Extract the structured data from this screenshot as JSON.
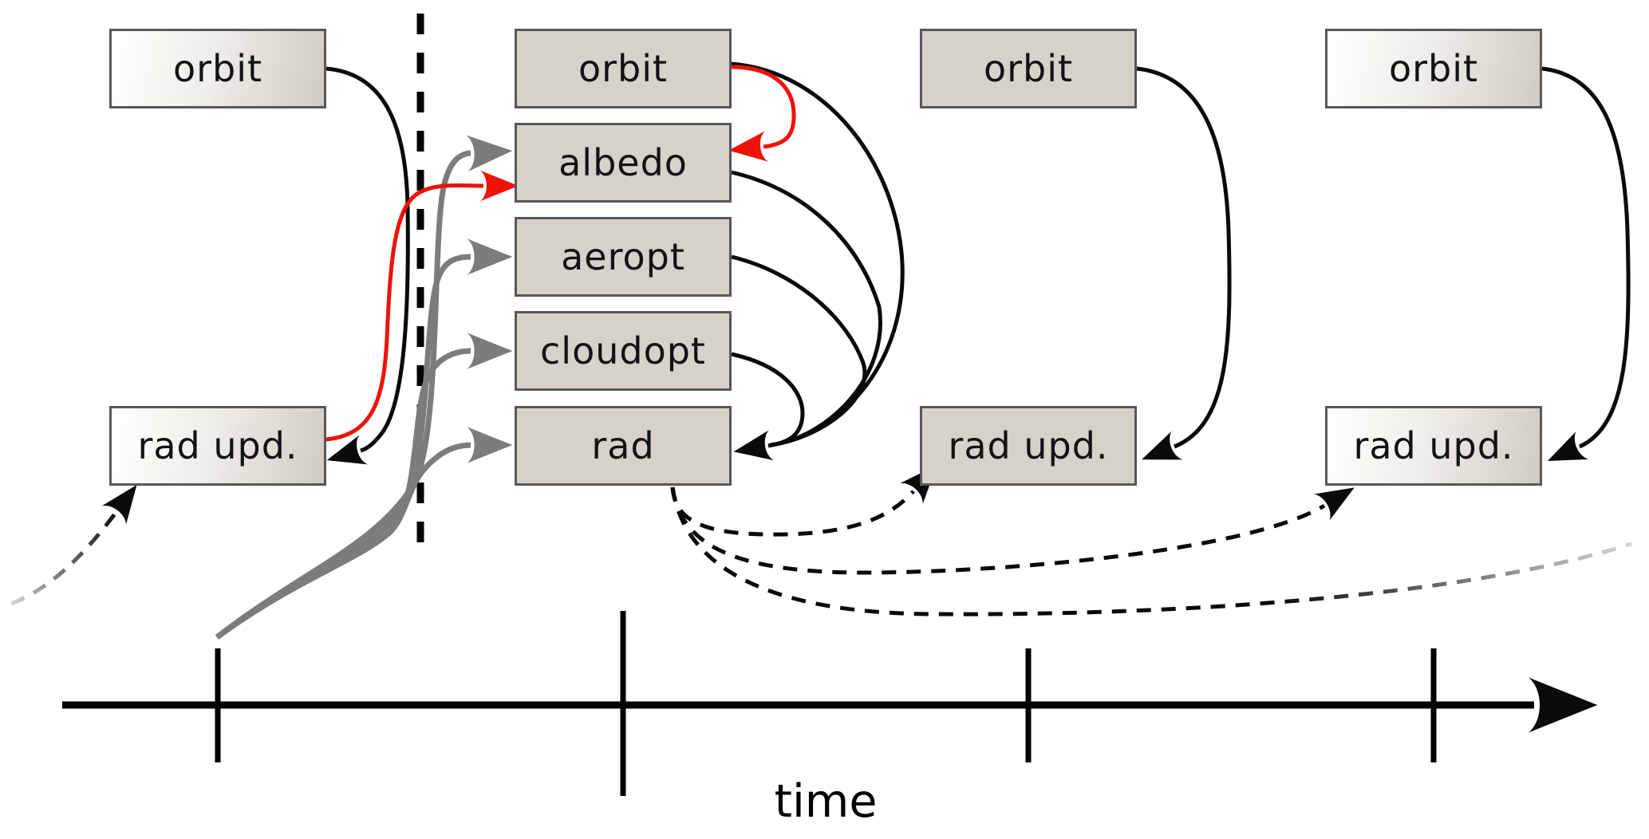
{
  "figure": {
    "type": "timeline-flow-diagram",
    "axis": {
      "label": "time",
      "tick_count": 4,
      "highlighted_tick_index": 2
    },
    "colors": {
      "box_border": "#58585a",
      "box_fill_flat": "#d6d2c9",
      "box_fill_gradient_start": "#ffffff",
      "box_fill_gradient_end": "#d0ccc3",
      "arrow_black": "#0a0a0a",
      "arrow_gray": "#7c7c7c",
      "arrow_red": "#ee1209",
      "fade_gray": "#d9d9d9"
    }
  },
  "boxes": [
    {
      "id": "step1-orbit",
      "label": "orbit"
    },
    {
      "id": "step1-rad-upd",
      "label": "rad upd."
    },
    {
      "id": "step2-orbit",
      "label": "orbit"
    },
    {
      "id": "step2-albedo",
      "label": "albedo"
    },
    {
      "id": "step2-aeropt",
      "label": "aeropt"
    },
    {
      "id": "step2-cloudopt",
      "label": "cloudopt"
    },
    {
      "id": "step2-rad",
      "label": "rad"
    },
    {
      "id": "step3-orbit",
      "label": "orbit"
    },
    {
      "id": "step3-rad-upd",
      "label": "rad upd."
    },
    {
      "id": "step4-orbit",
      "label": "orbit"
    },
    {
      "id": "step4-rad-upd",
      "label": "rad upd."
    }
  ],
  "arrows": [
    {
      "id": "step1-orbit-to-rad-upd",
      "style": "solid",
      "color": "black"
    },
    {
      "id": "step1-rad-upd-to-albedo",
      "style": "solid",
      "color": "red"
    },
    {
      "id": "step2-orbit-to-albedo",
      "style": "solid",
      "color": "red"
    },
    {
      "id": "step2-orbit-to-rad",
      "style": "solid",
      "color": "black"
    },
    {
      "id": "step2-albedo-to-rad",
      "style": "solid",
      "color": "black"
    },
    {
      "id": "step2-aeropt-to-rad",
      "style": "solid",
      "color": "black"
    },
    {
      "id": "step2-cloudopt-to-rad",
      "style": "solid",
      "color": "black"
    },
    {
      "id": "gray-fan-to-albedo",
      "style": "solid",
      "color": "gray"
    },
    {
      "id": "gray-fan-to-aeropt",
      "style": "solid",
      "color": "gray"
    },
    {
      "id": "gray-fan-to-cloudopt",
      "style": "solid",
      "color": "gray"
    },
    {
      "id": "gray-fan-to-rad",
      "style": "solid",
      "color": "gray"
    },
    {
      "id": "step3-orbit-to-rad-upd",
      "style": "solid",
      "color": "black"
    },
    {
      "id": "step4-orbit-to-rad-upd",
      "style": "solid",
      "color": "black"
    },
    {
      "id": "rad-to-step3-rad-upd",
      "style": "dashed",
      "color": "black"
    },
    {
      "id": "rad-to-step4-rad-upd",
      "style": "dashed",
      "color": "black"
    },
    {
      "id": "rad-to-future-fading",
      "style": "dashed",
      "color": "black-fading"
    },
    {
      "id": "past-to-step1-rad-upd",
      "style": "dashed",
      "color": "black-fading"
    }
  ]
}
